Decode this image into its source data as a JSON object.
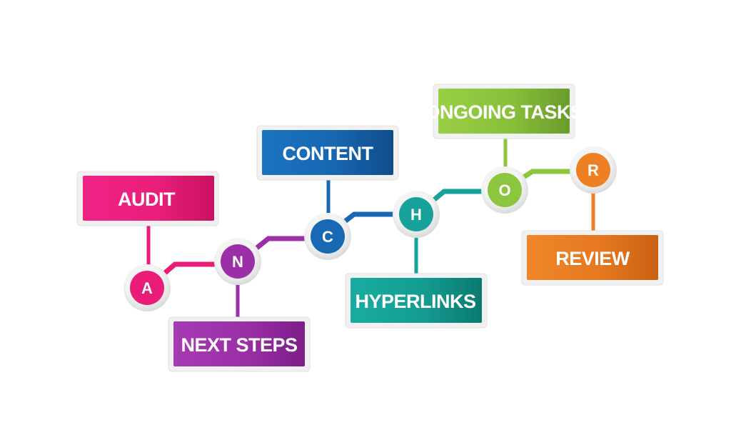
{
  "steps": [
    {
      "letter": "A",
      "label": "AUDIT",
      "color": "#e91c78"
    },
    {
      "letter": "N",
      "label": "NEXT STEPS",
      "color": "#9c2fa8"
    },
    {
      "letter": "C",
      "label": "CONTENT",
      "color": "#1968b4"
    },
    {
      "letter": "H",
      "label": "HYPERLINKS",
      "color": "#16a29a"
    },
    {
      "letter": "O",
      "label": "ONGOING TASKS",
      "color": "#8cc63f"
    },
    {
      "letter": "R",
      "label": "REVIEW",
      "color": "#ee7f22"
    }
  ]
}
